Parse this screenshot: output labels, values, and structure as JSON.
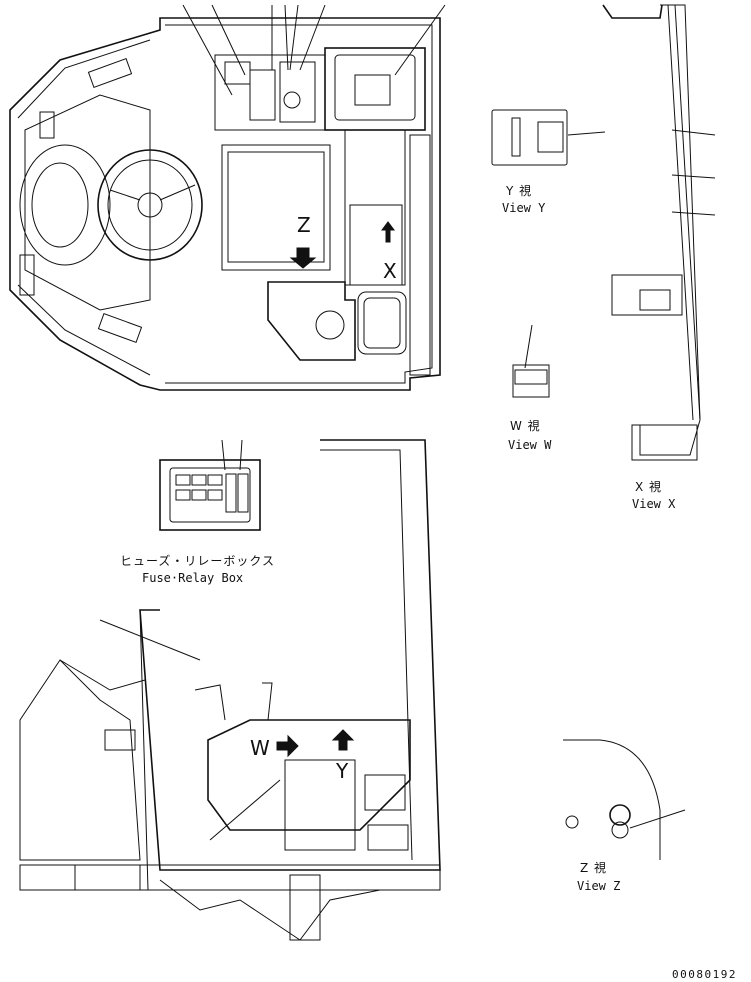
{
  "views": {
    "y": {
      "jp": "Y 視",
      "en": "View Y"
    },
    "w": {
      "jp": "W 視",
      "en": "View W"
    },
    "x": {
      "jp": "X 視",
      "en": "View X"
    },
    "z": {
      "jp": "Z 視",
      "en": "View Z"
    }
  },
  "fuse_box": {
    "jp": "ヒューズ・リレーボックス",
    "en": "Fuse·Relay Box"
  },
  "markers": {
    "z": "Z",
    "x": "X",
    "w": "W",
    "y": "Y"
  },
  "drawing_number": "00080192"
}
